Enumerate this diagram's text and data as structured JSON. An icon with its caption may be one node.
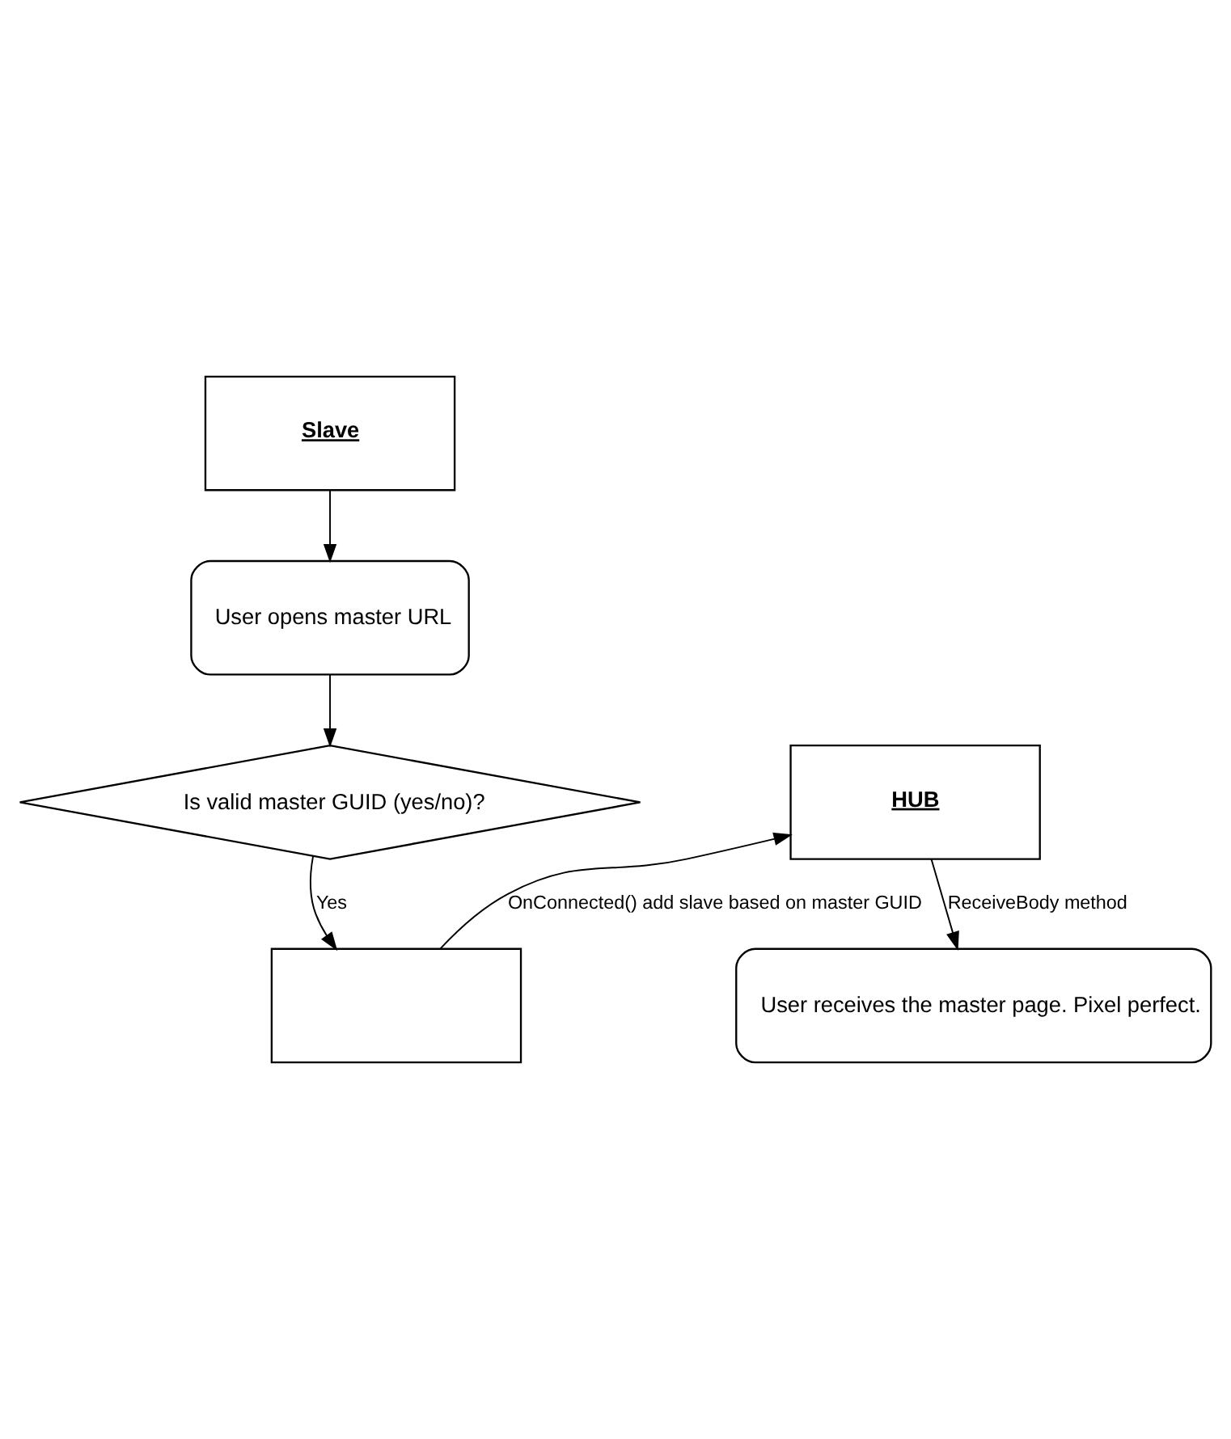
{
  "diagram": {
    "nodes": [
      {
        "text": [
          "Slave"
        ]
      },
      {
        "text": [
          "User opens master URL"
        ]
      },
      {
        "text": [
          "Is valid master GUID (yes/no)?"
        ]
      },
      {
        "text": [],
        "shape": "box"
      },
      {
        "text": [
          "HUB"
        ]
      },
      {
        "text": [
          "User receives the master page. Pixel perfect."
        ]
      }
    ],
    "edges": [
      {
        "from": 0,
        "to": 1,
        "arrow": "to"
      },
      {
        "from": 1,
        "to": 2,
        "arrow": "to"
      },
      {
        "from": 2,
        "to": 3,
        "arrow": "to",
        "label": "Yes"
      },
      {
        "from": 3,
        "to": 4,
        "arrow": "to",
        "label": "OnConnected() add slave based on master GUID"
      },
      {
        "from": 4,
        "to": 5,
        "arrow": "to",
        "label": "ReceiveBody method"
      }
    ]
  }
}
